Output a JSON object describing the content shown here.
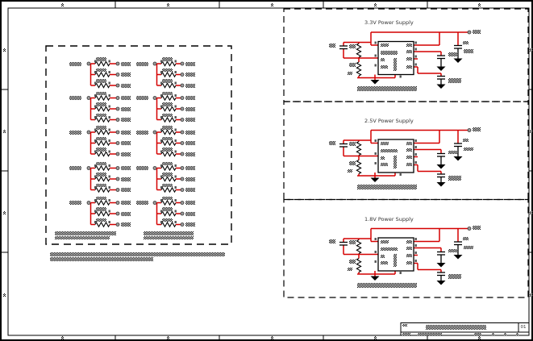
{
  "colors": {
    "wire": "#d40000",
    "ink": "#000000",
    "pad_fill": "#9a9a9a",
    "background": "#ffffff"
  },
  "frame": {
    "zone_columns": 5,
    "zone_rows": 4,
    "zone_labels_redacted": true
  },
  "resistor_array": {
    "border_style": "dashed",
    "columns": 2,
    "groups_per_column": 5,
    "branches_per_group": 3,
    "group_net_labels_redacted": true,
    "branch_net_labels_redacted": true,
    "footer_blocks": 2,
    "note_lines_below_box": 2
  },
  "power_supplies": [
    {
      "title": "3.3V Power Supply"
    },
    {
      "title": "2.5V Power Supply"
    },
    {
      "title": "1.8V Power Supply"
    }
  ],
  "title_block": {
    "revision": "01",
    "title_redacted": true
  }
}
